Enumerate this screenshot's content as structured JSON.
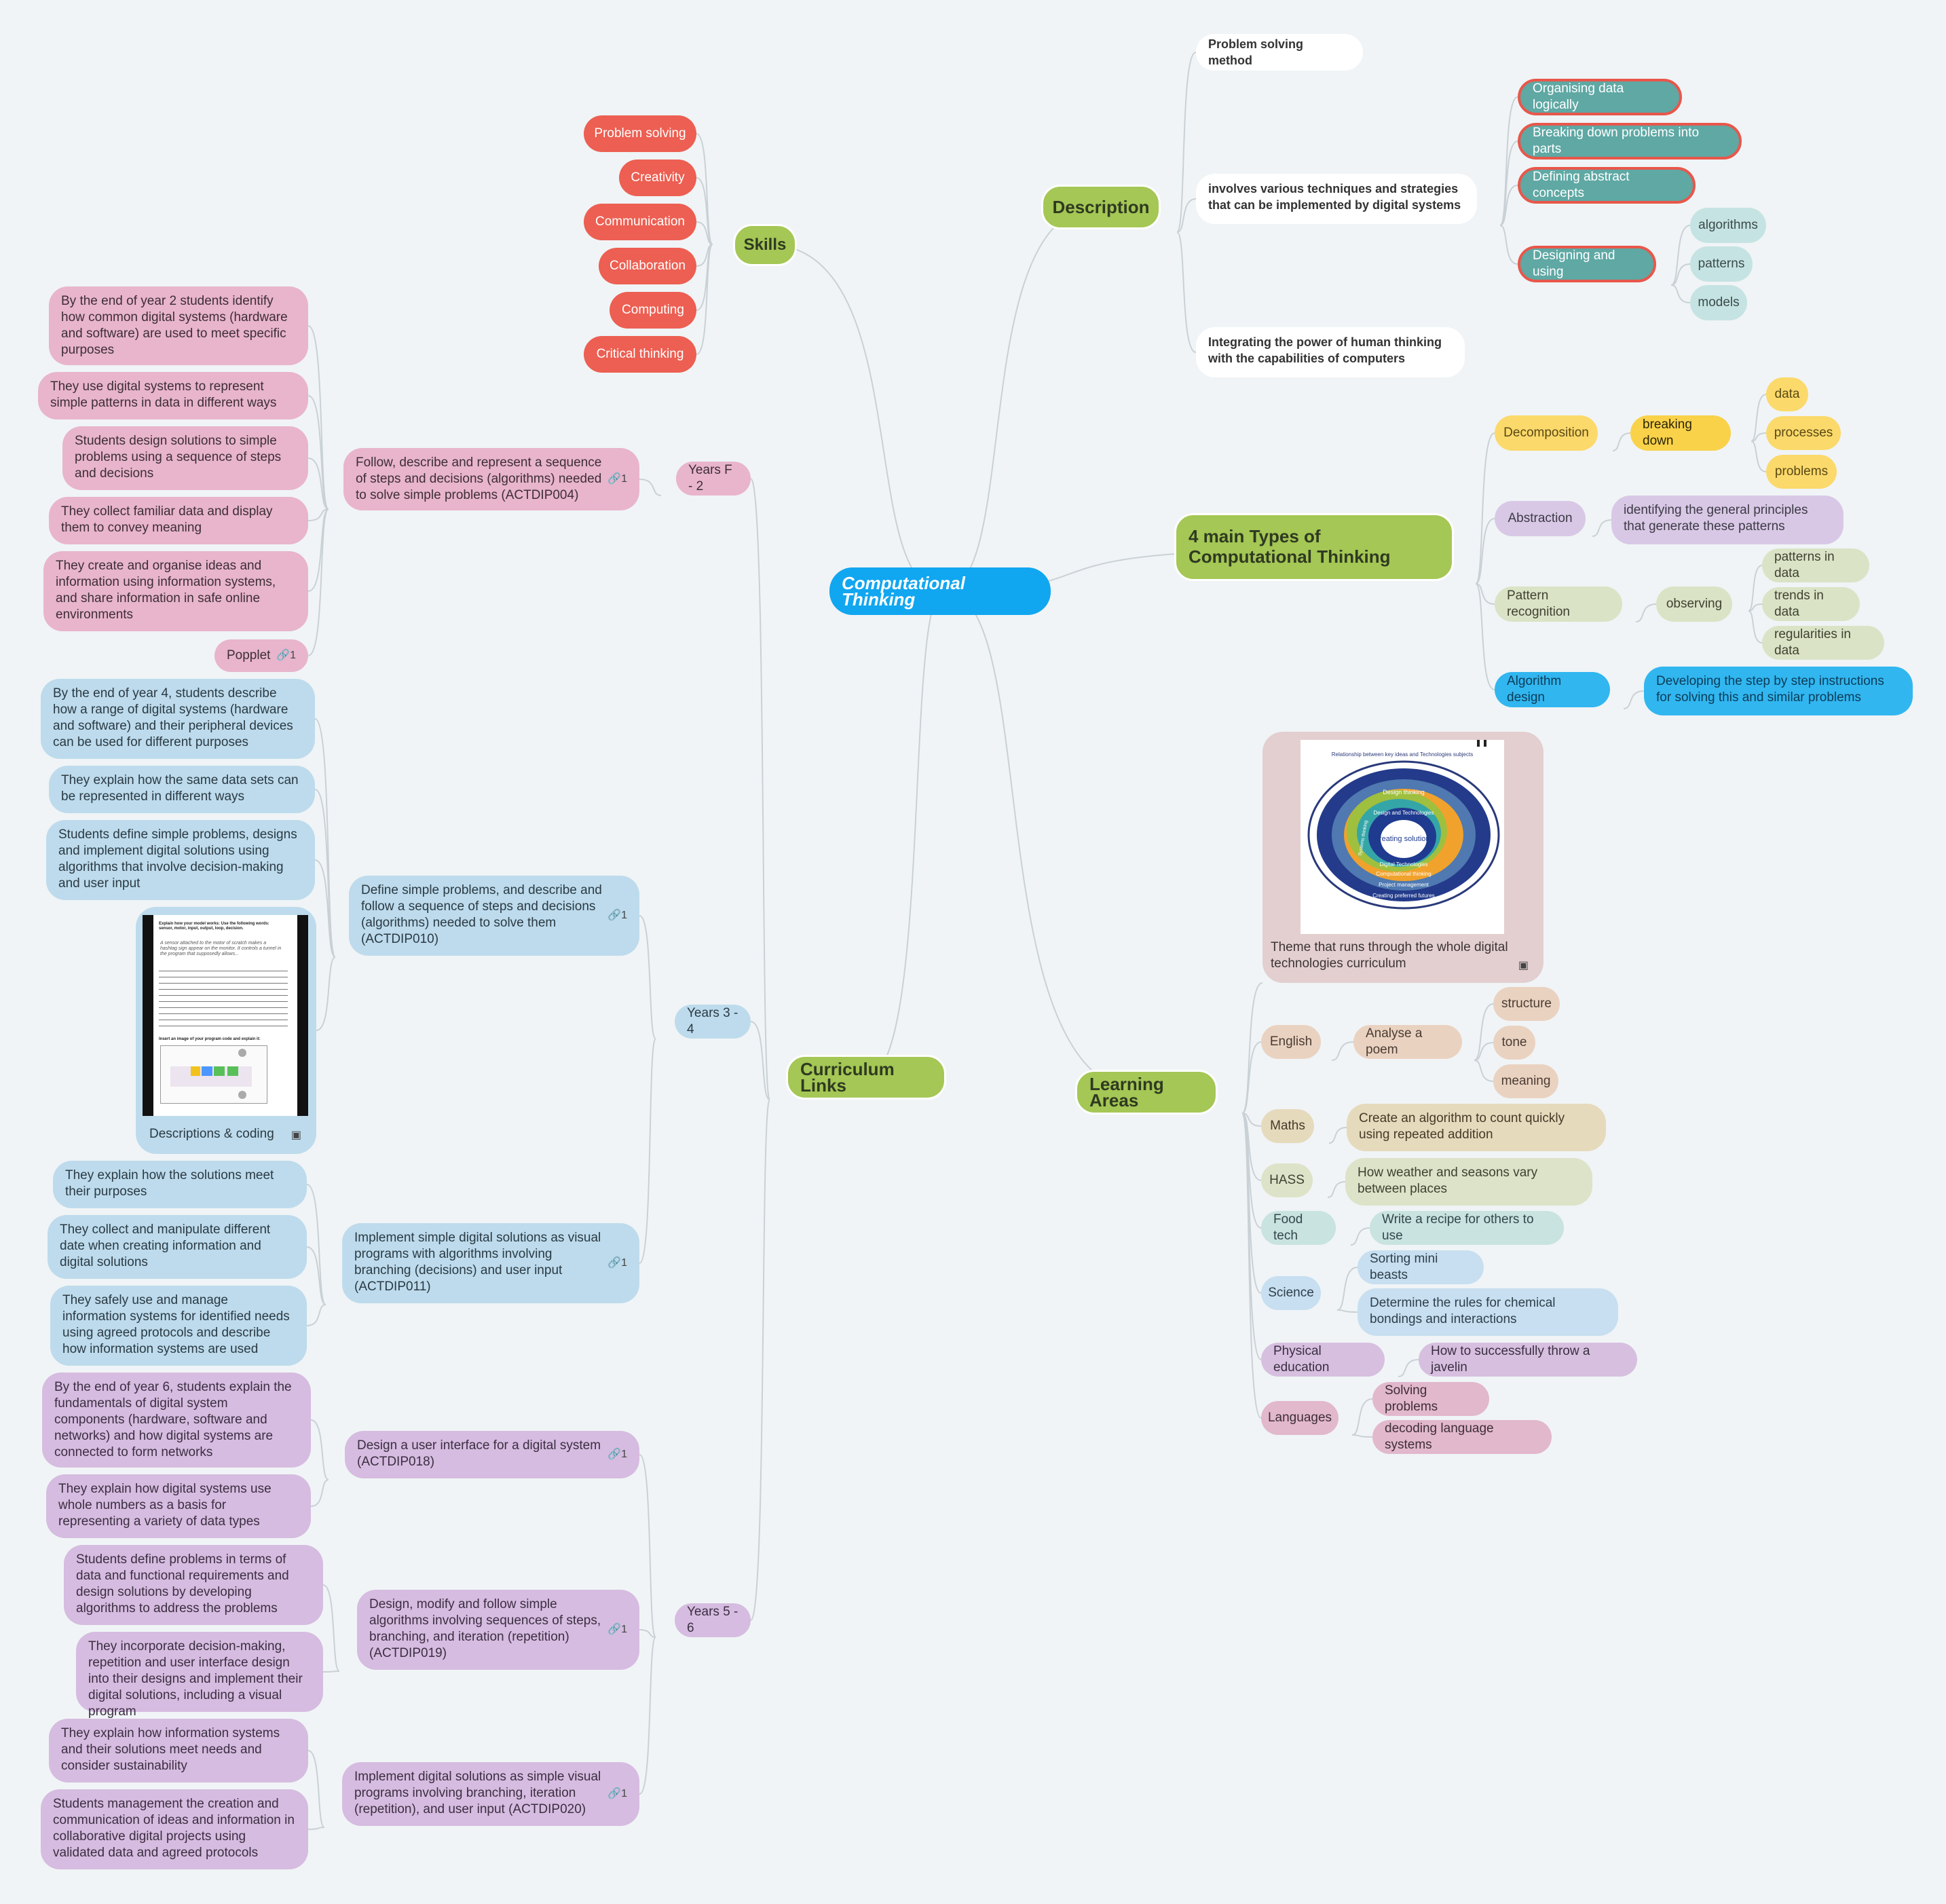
{
  "root": "Computational Thinking",
  "skills": {
    "title": "Skills",
    "items": [
      "Problem solving",
      "Creativity",
      "Communication",
      "Collaboration",
      "Computing",
      "Critical thinking"
    ]
  },
  "description": {
    "title": "Description",
    "items": [
      "Problem solving method",
      "involves various techniques and strategies that can be implemented by digital systems",
      "Integrating the power of human thinking with the capabilities of computers"
    ],
    "techniques": [
      "Organising data logically",
      "Breaking down problems into parts",
      "Defining abstract concepts",
      "Designing and using"
    ],
    "designing": [
      "algorithms",
      "patterns",
      "models"
    ]
  },
  "types": {
    "title": "4 main Types of Computational Thinking",
    "decomposition": "Decomposition",
    "breaking_down": "breaking down",
    "bd_items": [
      "data",
      "processes",
      "problems"
    ],
    "abstraction": "Abstraction",
    "abstraction_desc": "identifying the general principles that generate these patterns",
    "pattern": "Pattern recognition",
    "observing": "observing",
    "obs_items": [
      "patterns in data",
      "trends in data",
      "regularities in data"
    ],
    "algorithm": "Algorithm design",
    "algorithm_desc": "Developing the step by step instructions for solving this and similar problems"
  },
  "learning": {
    "title": "Learning Areas",
    "theme_caption": "Theme that runs through the whole digital technologies curriculum",
    "theme_figure": {
      "center": "Creating solutions",
      "rings": [
        "Design thinking",
        "Design and Technologies",
        "Systems thinking",
        "Digital Technologies",
        "Computational thinking",
        "Project management",
        "Creating preferred futures",
        "Relationship between key ideas and Technologies subjects"
      ]
    },
    "english": "English",
    "analyse": "Analyse a poem",
    "poem_items": [
      "structure",
      "tone",
      "meaning"
    ],
    "maths": "Maths",
    "maths_desc": "Create an algorithm to count quickly using repeated addition",
    "hass": "HASS",
    "hass_desc": "How weather and seasons vary between places",
    "food": "Food tech",
    "food_desc": "Write a recipe for others to use",
    "science": "Science",
    "science_items": [
      "Sorting mini beasts",
      "Determine the rules for chemical bondings and interactions"
    ],
    "pe": "Physical education",
    "pe_desc": "How to successfully throw a javelin",
    "languages": "Languages",
    "lang_items": [
      "Solving problems",
      "decoding language systems"
    ]
  },
  "curriculum": {
    "title": "Curriculum Links",
    "link_icon": "link-icon",
    "link_count": "1",
    "yearsF2": {
      "label": "Years F - 2",
      "strand": "Follow, describe and represent a sequence of steps and decisions (algorithms) needed to solve simple problems  (ACTDIP004)",
      "items": [
        "By the end of year 2 students identify how common digital systems (hardware and software) are used to meet specific purposes",
        "They use digital systems to represent simple patterns in data in different ways",
        "Students design solutions to simple problems using a sequence of steps and decisions",
        "They collect familiar data and display them to convey meaning",
        "They create and organise ideas and information using information systems, and share information in safe online environments",
        "Popplet"
      ]
    },
    "years34": {
      "label": "Years 3 - 4",
      "strand1": "Define simple problems, and describe and follow a sequence of steps and decisions (algorithms) needed to solve them (ACTDIP010)",
      "items1": [
        "By the end of year 4, students describe how a range of digital systems (hardware and software) and their peripheral devices can be used for different purposes",
        "They explain how the same data sets can be represented in different ways",
        "Students define simple problems, designs and implement digital solutions using algorithms that involve decision-making and user input",
        "Descriptions & coding"
      ],
      "worksheet": {
        "heading": "Explain how your model works: Use the following words: sensor, motor, input, output, loop, decision.",
        "handwriting": "A sensor attached to the motor of scratch makes a hashtag sign appear on the monitor. It controls a tunnel in the program that supposedly allows...",
        "prompt": "Insert an image of your program code and explain it:"
      },
      "strand2": "Implement simple digital solutions as visual programs with algorithms involving branching (decisions) and user input (ACTDIP011)",
      "items2": [
        "They explain how the solutions meet their purposes",
        "They collect and manipulate different date when creating information and digital solutions",
        "They safely use and manage information systems for identified needs using agreed protocols and describe how information systems are used"
      ]
    },
    "years56": {
      "label": "Years 5 - 6",
      "strand1": "Design a user interface for a digital system (ACTDIP018)",
      "items1": [
        "By the end of year 6, students explain the fundamentals of digital system components (hardware, software and networks) and how digital systems are connected to form networks",
        "They explain how digital systems use whole numbers as a basis for representing a variety of data types"
      ],
      "strand2": "Design, modify and follow simple algorithms involving sequences of steps, branching, and iteration (repetition) (ACTDIP019)",
      "items2": [
        "Students define problems in terms of data and functional requirements and design solutions by developing algorithms to address the problems",
        "They incorporate decision-making, repetition and user interface design into their designs and implement their digital solutions, including a visual program"
      ],
      "strand3": "Implement digital solutions as simple visual programs involving branching, iteration (repetition), and user input (ACTDIP020)",
      "items3": [
        "They explain how information systems and their solutions meet needs and consider sustainability",
        "Students management the creation and communication of ideas and information in collaborative digital projects using validated data and agreed protocols"
      ]
    }
  },
  "colors": {
    "background": "#f0f4f6",
    "root": "#11a6f0",
    "main": "#a4c755",
    "skill": "#ec5f52",
    "technique": "#5fa8a4",
    "connector": "#c9d1d6"
  }
}
